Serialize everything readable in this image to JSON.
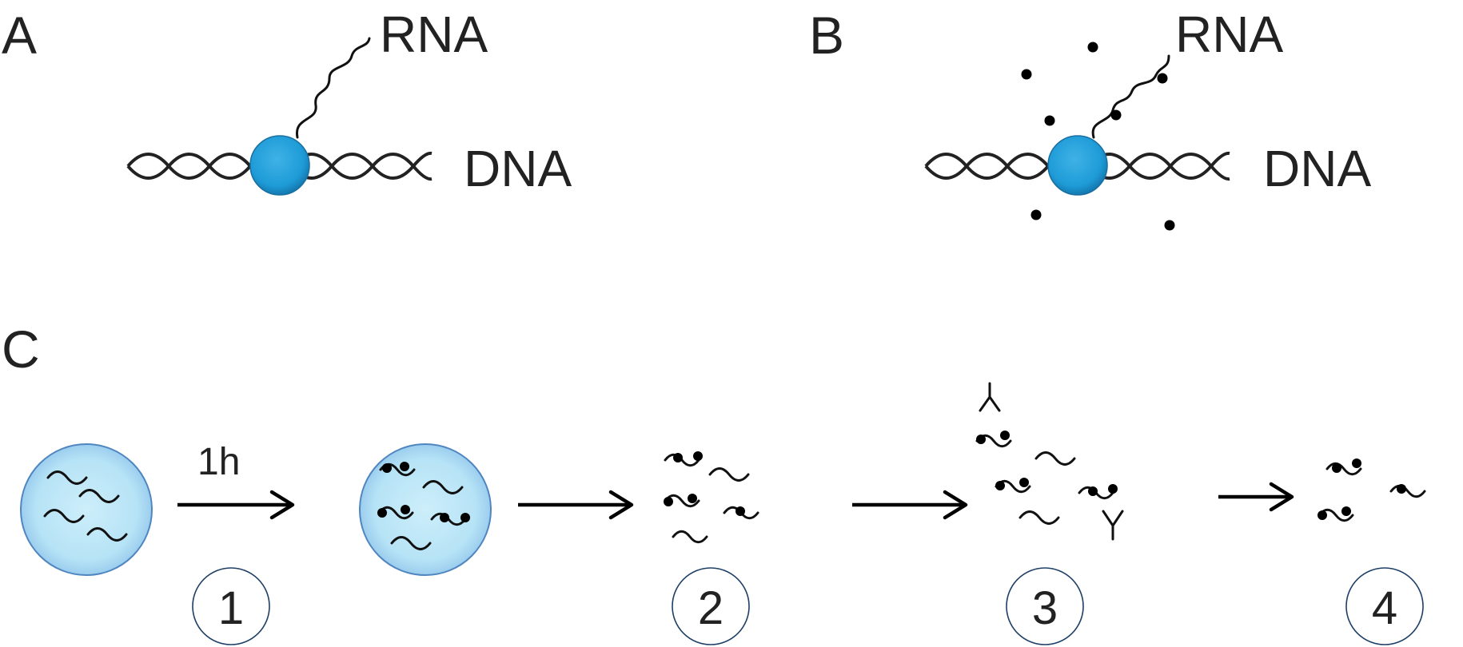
{
  "panels": {
    "a": {
      "letter": "A",
      "rna_label": "RNA",
      "dna_label": "DNA"
    },
    "b": {
      "letter": "B",
      "rna_label": "RNA",
      "dna_label": "DNA"
    },
    "c": {
      "letter": "C",
      "arrow_label": "1h",
      "steps": [
        {
          "number": "1"
        },
        {
          "number": "2"
        },
        {
          "number": "3"
        },
        {
          "number": "4"
        }
      ]
    }
  },
  "colors": {
    "polymerase": "#1e9bd7",
    "cell_fill": "#bfe6f6",
    "cell_edge": "#5b8fc7",
    "step_circle_edge": "#1e3f66"
  }
}
